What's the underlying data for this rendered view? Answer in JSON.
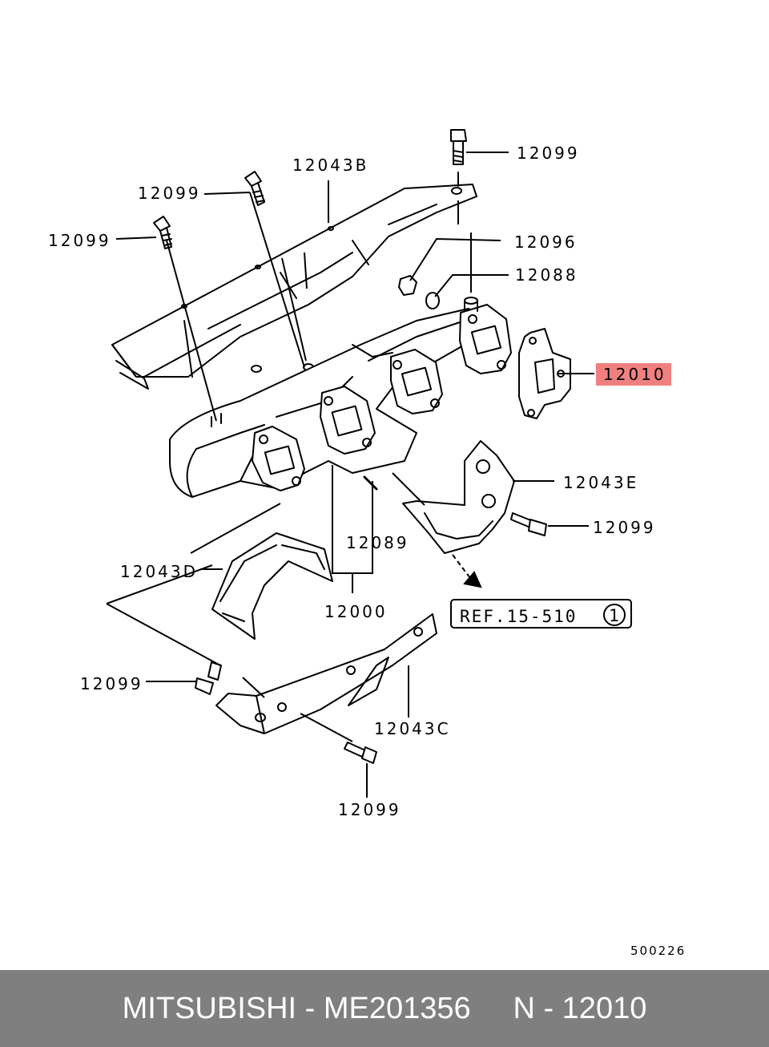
{
  "diagram": {
    "parts": {
      "p12099_top": "12099",
      "p12043B": "12043B",
      "p12099_a": "12099",
      "p12099_b": "12099",
      "p12096": "12096",
      "p12088": "12088",
      "p12010": "12010",
      "p12043E": "12043E",
      "p12099_e": "12099",
      "p12089": "12089",
      "p12043D": "12043D",
      "p12000": "12000",
      "p12099_d": "12099",
      "p12043C": "12043C",
      "p12099_c": "12099"
    },
    "ref": {
      "text": "REF.15-510",
      "circle": "1"
    },
    "doc_number": "500226",
    "highlight_color": "#f08080"
  },
  "footer": {
    "text": "MITSUBISHI - ME201356     N - 12010",
    "background": "#7f7f7f"
  }
}
